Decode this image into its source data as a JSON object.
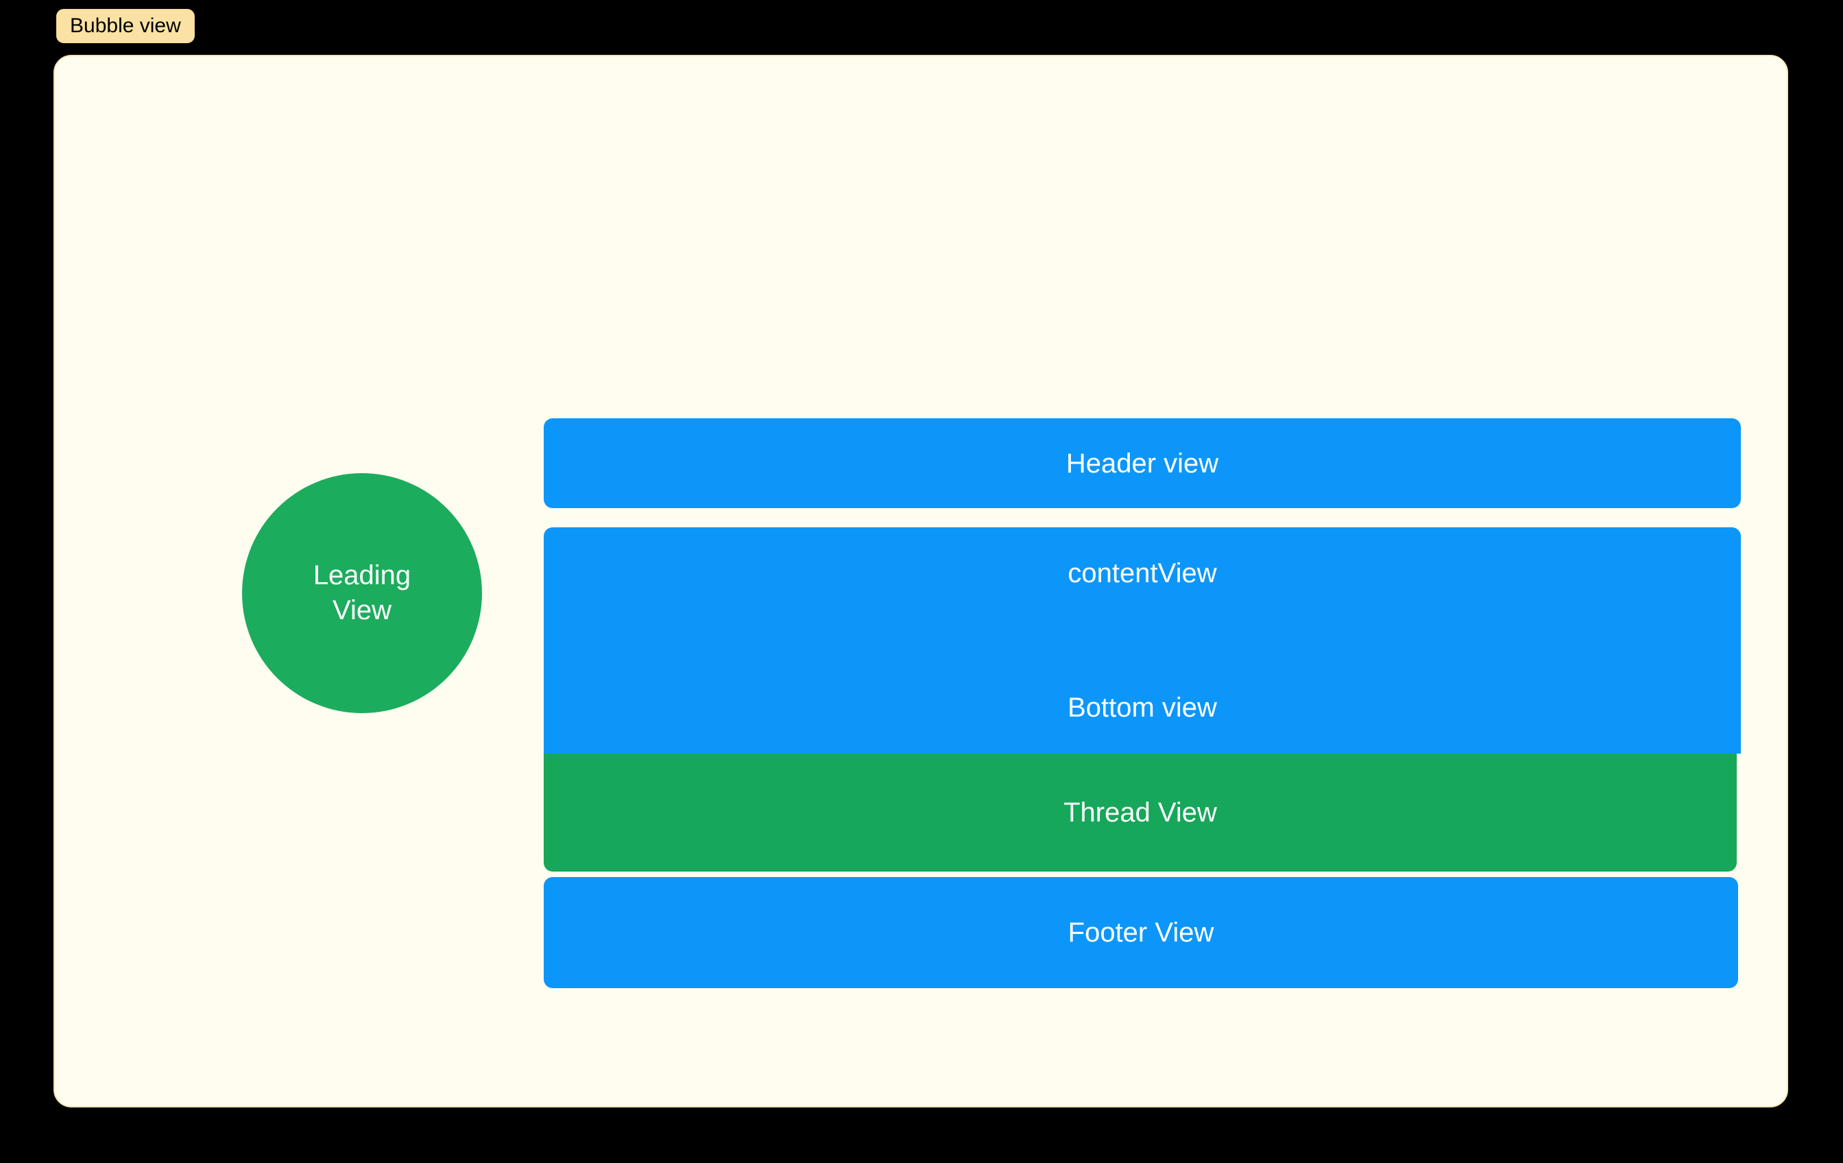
{
  "badge": {
    "label": "Bubble view"
  },
  "colors": {
    "page_background": "#000000",
    "canvas_background": "#FFFCF0",
    "canvas_border": "#F7E6B8",
    "badge_background": "#FBE2A4",
    "badge_text": "#000000",
    "blue": "#0D96FA",
    "green": "#1CAC5D",
    "thread_green": "#16A75A",
    "label_text": "#FFFFFF"
  },
  "leading_view": {
    "line1": "Leading",
    "line2": "View"
  },
  "stack": {
    "header": {
      "label": "Header view"
    },
    "content": {
      "top_label": "contentView",
      "bottom_label": "Bottom view"
    },
    "thread": {
      "label": "Thread View"
    },
    "footer": {
      "label": "Footer View"
    }
  }
}
